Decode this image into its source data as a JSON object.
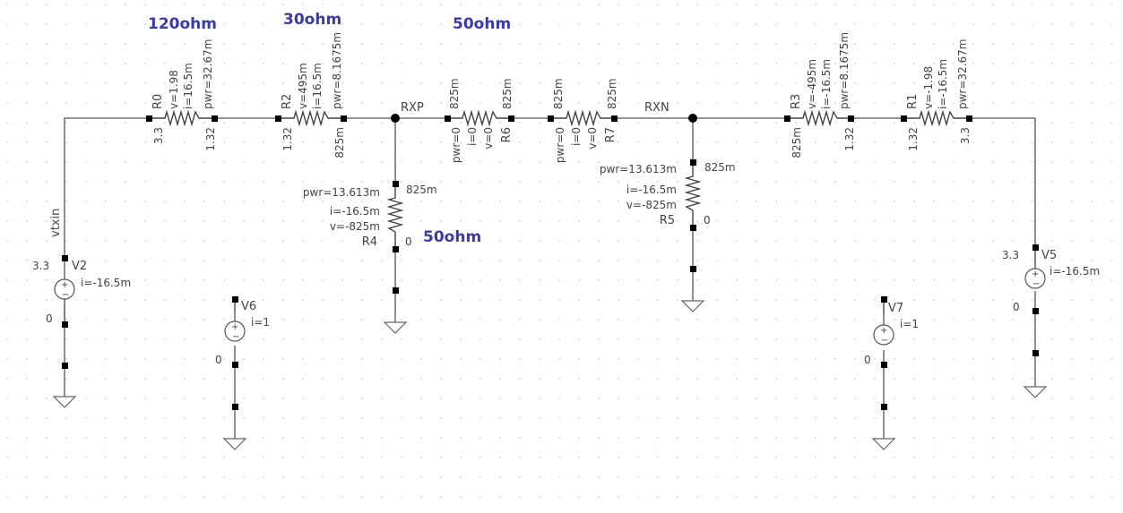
{
  "annotations": [
    "120ohm",
    "30ohm",
    "50ohm",
    "50ohm"
  ],
  "nets": {
    "rxp": "RXP",
    "rxn": "RXN",
    "vtxin": "vtxin"
  },
  "resistors": {
    "R0": {
      "name": "R0",
      "v": "v=1.98",
      "i": "i=16.5m",
      "pwr": "pwr=32.67m",
      "left": "3.3",
      "right": "1.32"
    },
    "R2": {
      "name": "R2",
      "v": "v=495m",
      "i": "i=16.5m",
      "pwr": "pwr=8.1675m",
      "left": "1.32",
      "right": "825m"
    },
    "R6": {
      "name": "R6",
      "pwr": "pwr=0",
      "i": "i=0",
      "v": "v=0",
      "left": "825m",
      "right": "825m"
    },
    "R7": {
      "name": "R7",
      "pwr": "pwr=0",
      "i": "i=0",
      "v": "v=0",
      "left": "825m",
      "right": "825m"
    },
    "R3": {
      "name": "R3",
      "v": "v=-495m",
      "i": "i=-16.5m",
      "pwr": "pwr=8.1675m",
      "left": "825m",
      "right": "1.32"
    },
    "R1": {
      "name": "R1",
      "v": "v=-1.98",
      "i": "i=-16.5m",
      "pwr": "pwr=32.67m",
      "left": "1.32",
      "right": "3.3"
    },
    "R4": {
      "name": "R4",
      "pwr": "pwr=13.613m",
      "i": "i=-16.5m",
      "v": "v=-825m",
      "top": "825m",
      "bottom": "0"
    },
    "R5": {
      "name": "R5",
      "pwr": "pwr=13.613m",
      "i": "i=-16.5m",
      "v": "v=-825m",
      "top": "825m",
      "bottom": "0"
    }
  },
  "sources": {
    "V2": {
      "name": "V2",
      "top": "3.3",
      "i": "i=-16.5m",
      "bottom": "0"
    },
    "V6": {
      "name": "V6",
      "i": "i=1",
      "bottom": "0"
    },
    "V7": {
      "name": "V7",
      "i": "i=1",
      "bottom": "0"
    },
    "V5": {
      "name": "V5",
      "top": "3.3",
      "i": "i=-16.5m",
      "bottom": "0"
    }
  },
  "colors": {
    "annotation": "#3a3aa8",
    "wire": "#555555",
    "pin": "#000000"
  }
}
